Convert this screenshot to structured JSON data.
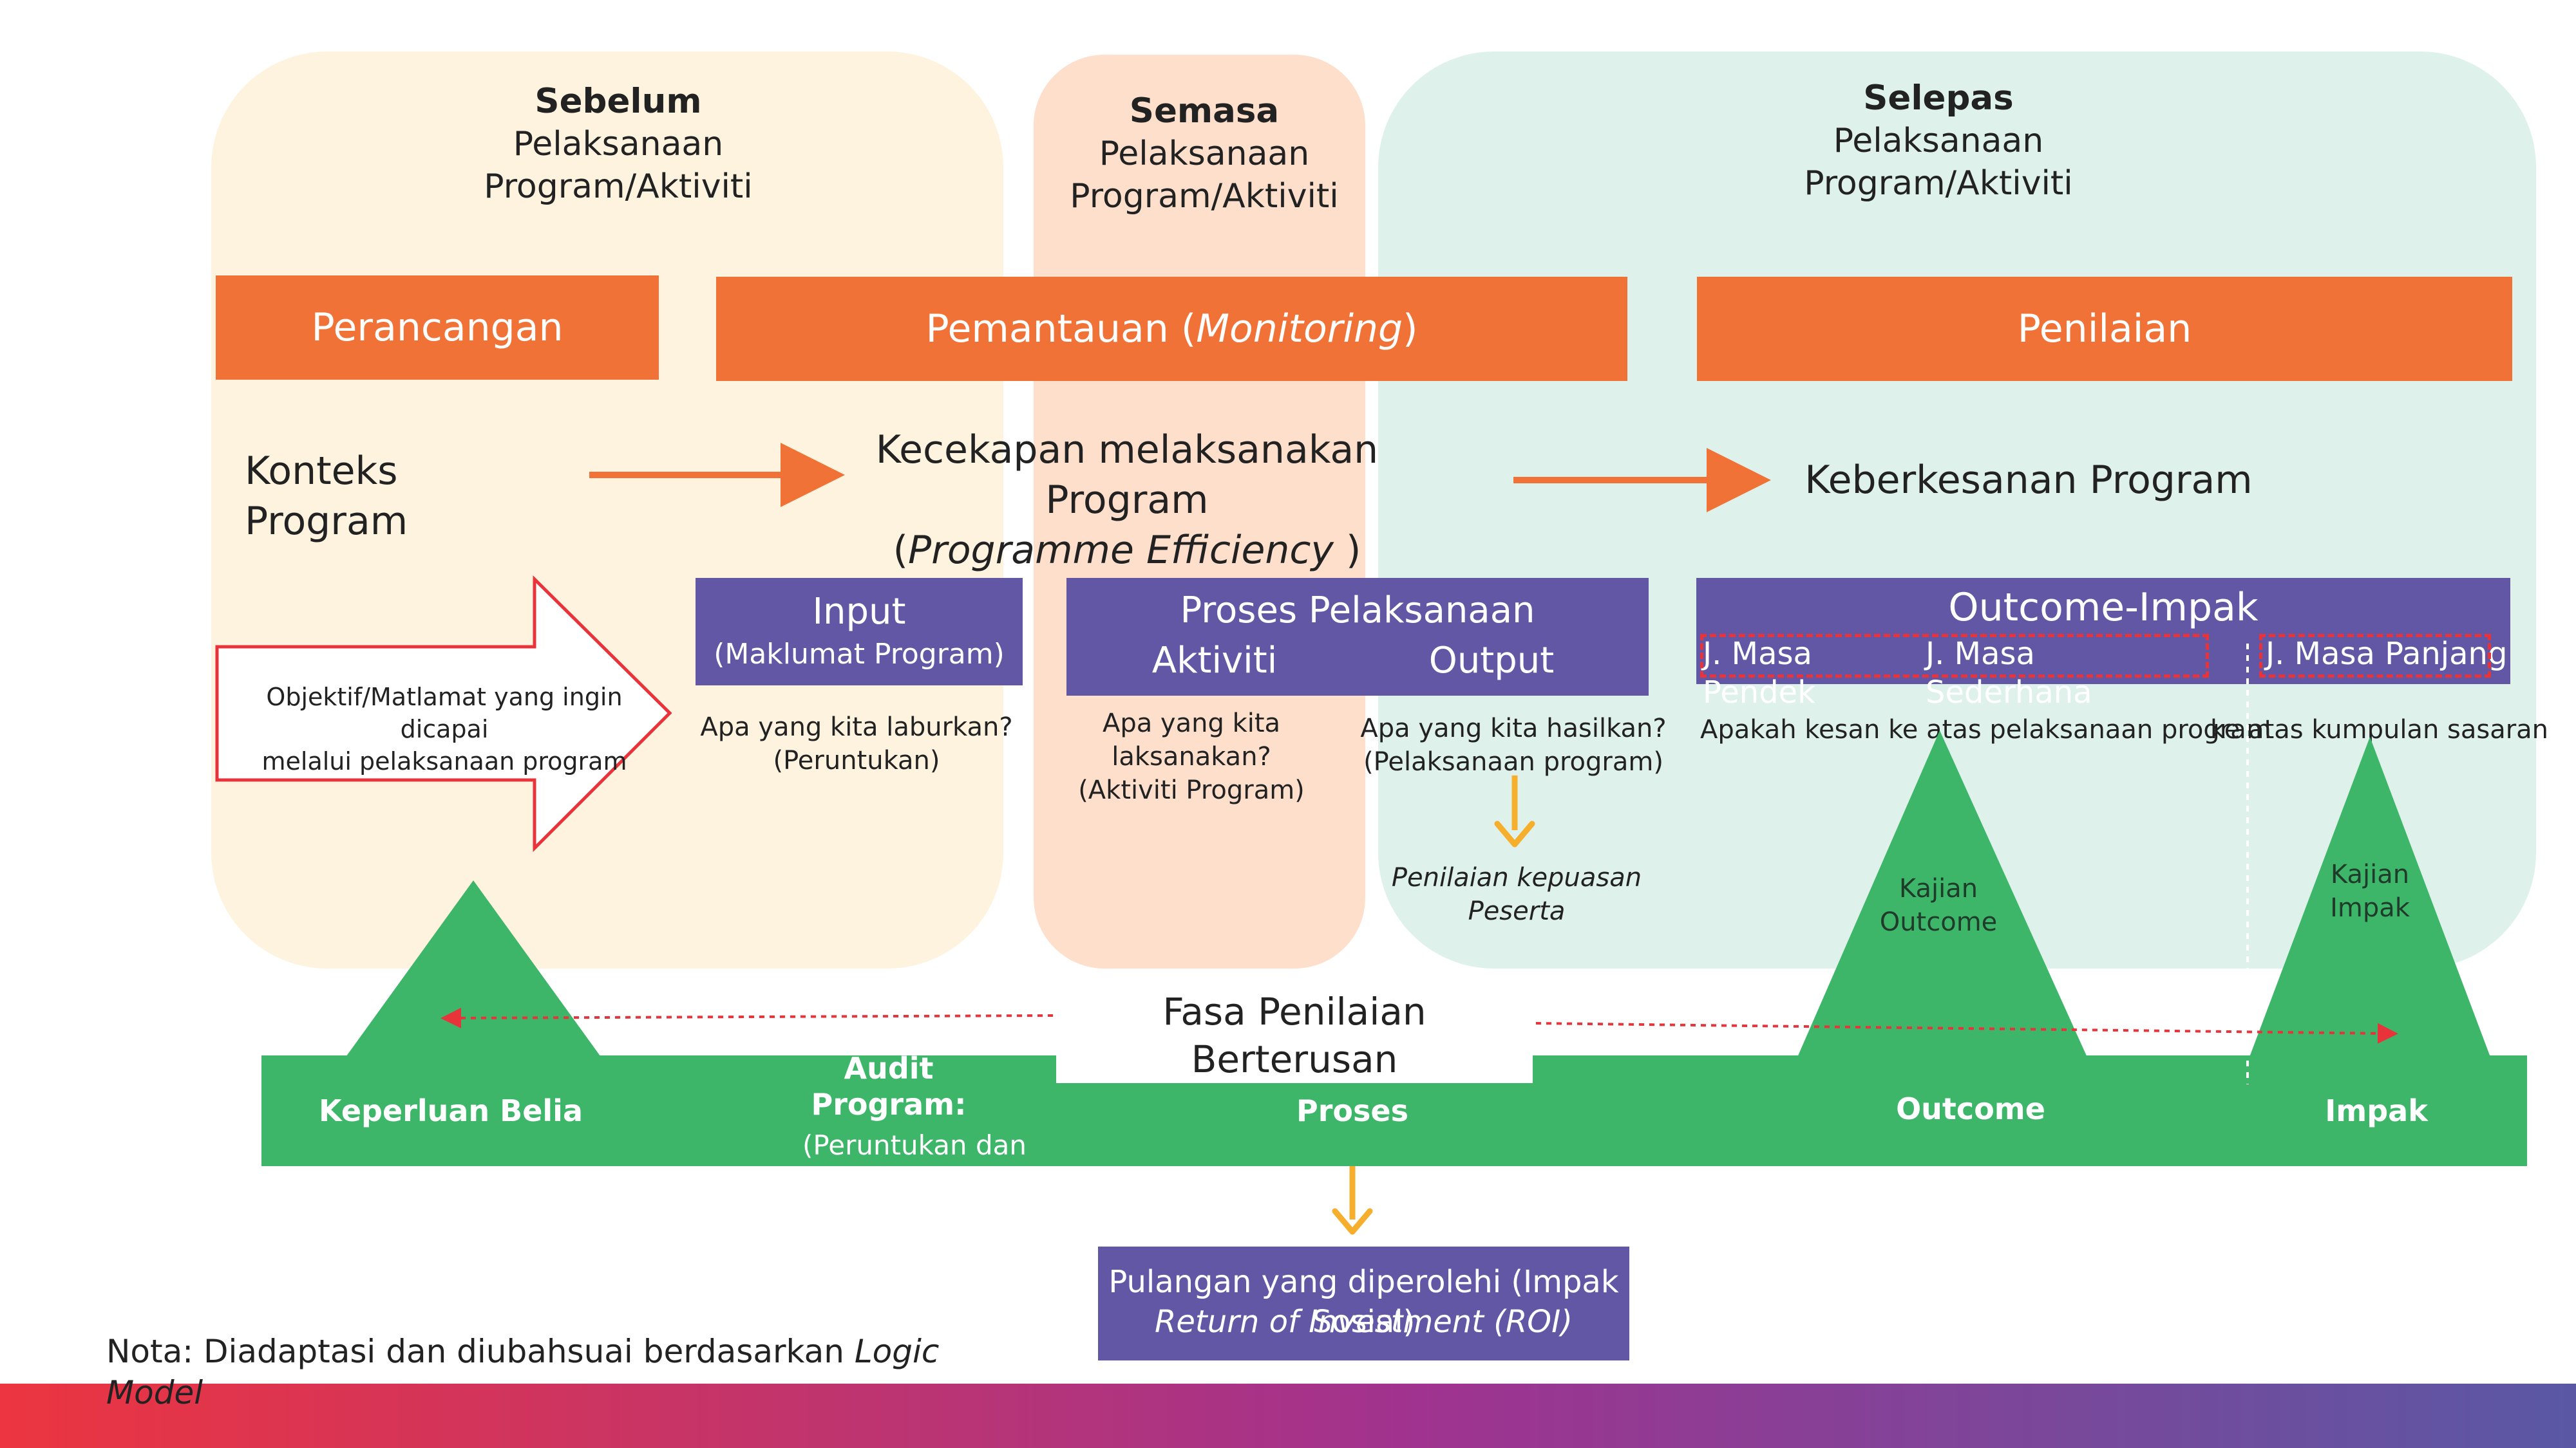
{
  "phases": {
    "before": {
      "bold": "Sebelum",
      "line1": "Pelaksanaan",
      "line2": "Program/Aktiviti"
    },
    "during": {
      "bold": "Semasa",
      "line1": "Pelaksanaan",
      "line2": "Program/Aktiviti"
    },
    "after": {
      "bold": "Selepas",
      "line1": "Pelaksanaan",
      "line2": "Program/Aktiviti"
    }
  },
  "bars": {
    "planning": "Perancangan",
    "monitoring_prefix": "Pemantauan (",
    "monitoring_italic": "Monitoring",
    "monitoring_suffix": ")",
    "evaluation": "Penilaian"
  },
  "context": {
    "program_context": "Konteks Program",
    "efficiency": "Kecekapan melaksanakan Program",
    "efficiency_en_open": "(",
    "efficiency_en": "Programme Efficiency",
    "efficiency_en_close": ")",
    "effectiveness": "Keberkesanan Program"
  },
  "objective": {
    "line1": "Objektif/Matlamat yang ingin dicapai",
    "line2": "melalui pelaksanaan program"
  },
  "input_box": {
    "title": "Input",
    "subtitle": "(Maklumat Program)"
  },
  "input_q": {
    "line1": "Apa yang kita laburkan?",
    "line2": "(Peruntukan)"
  },
  "process_box": {
    "title": "Proses Pelaksanaan",
    "activity": "Aktiviti",
    "output": "Output"
  },
  "activity_q": {
    "line1": "Apa yang kita laksanakan?",
    "line2": "(Aktiviti Program)"
  },
  "output_q": {
    "line1": "Apa yang kita hasilkan?",
    "line2": "(Pelaksanaan program)"
  },
  "satisfaction": {
    "line1": "Penilaian kepuasan",
    "line2": "Peserta"
  },
  "outcome_box": {
    "title": "Outcome-Impak",
    "short": "J. Masa Pendek",
    "medium": "J. Masa Sederhana",
    "long": "J. Masa Panjang"
  },
  "outcome_q": {
    "left": "Apakah kesan ke atas pelaksanaan program",
    "right": "ke atas kumpulan sasaran"
  },
  "triangles": {
    "outcome": {
      "line1": "Kajian",
      "line2": "Outcome"
    },
    "impact": {
      "line1": "Kajian",
      "line2": "Impak"
    }
  },
  "continuous": "Fasa Penilaian Berterusan",
  "green_bar": {
    "needs": "Keperluan Belia",
    "audit_line1": "Audit",
    "audit_line2": "Program:",
    "audit_line3": "(Peruntukan dan Perbelanjaan)",
    "process": "Proses",
    "outcome": "Outcome",
    "impact": "Impak"
  },
  "roi": {
    "line1": "Pulangan yang diperolehi (Impak Sosial)",
    "line2": "Return of Investment (ROI)"
  },
  "note": {
    "prefix": "Nota: Diadaptasi dan diubahsuai berdasarkan ",
    "italic": "Logic Model"
  },
  "colors": {
    "orange": "#F07237",
    "purple": "#6257A5",
    "green": "#3EB669",
    "before_bg": "#FEF3DE",
    "during_bg": "#FDDFCB",
    "after_bg": "#DEF1EA",
    "arrow_red": "#E8333B",
    "yellow": "#F6AE2D"
  }
}
